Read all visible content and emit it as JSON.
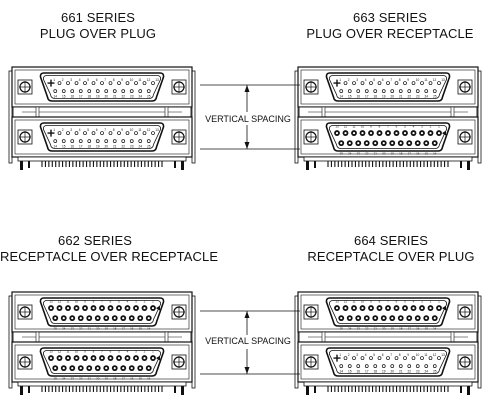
{
  "configurations": [
    {
      "series": "661 SERIES",
      "description": "PLUG OVER PLUG",
      "top": "plug",
      "bottom": "plug"
    },
    {
      "series": "663 SERIES",
      "description": "PLUG OVER RECEPTACLE",
      "top": "plug",
      "bottom": "receptacle"
    },
    {
      "series": "662 SERIES",
      "description": "RECEPTACLE OVER RECEPTACLE",
      "top": "receptacle",
      "bottom": "receptacle"
    },
    {
      "series": "664 SERIES",
      "description": "RECEPTACLE OVER PLUG",
      "top": "receptacle",
      "bottom": "plug"
    }
  ],
  "dimensions": {
    "top_pair_label": "VERTICAL SPACING",
    "bottom_pair_label": "VERTICAL SPACING"
  },
  "pin_numbers": {
    "plug_top_row": [
      "1",
      "2",
      "3",
      "4",
      "5",
      "6",
      "7",
      "8",
      "9",
      "10",
      "11",
      "12",
      "13"
    ],
    "plug_bottom_row": [
      "14",
      "15",
      "16",
      "17",
      "18",
      "19",
      "20",
      "21",
      "22",
      "23",
      "24",
      "25"
    ],
    "receptacle_top_row": [
      "13",
      "12",
      "11",
      "10",
      "9",
      "8",
      "7",
      "6",
      "5",
      "4",
      "3",
      "2",
      "1"
    ],
    "receptacle_bottom_row": [
      "25",
      "24",
      "23",
      "22",
      "21",
      "20",
      "19",
      "18",
      "17",
      "16",
      "15",
      "14"
    ]
  }
}
